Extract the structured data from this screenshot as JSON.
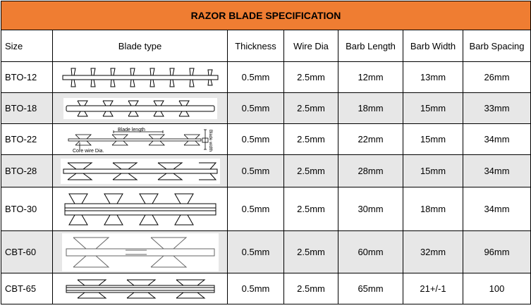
{
  "title": "RAZOR BLADE SPECIFICATION",
  "header": {
    "size": "Size",
    "blade_type": "Blade type",
    "thickness": "Thickness",
    "wire_dia": "Wire Dia",
    "barb_length": "Barb Length",
    "barb_width": "Barb Width",
    "barb_spacing": "Barb Spacing"
  },
  "blade_diagram_labels": {
    "blade_length": "Blade length",
    "core_wire_dia": "Core wire Dia.",
    "blade_width": "Blade width"
  },
  "rows": [
    {
      "size": "BTO-12",
      "thickness": "0.5mm",
      "wire_dia": "2.5mm",
      "barb_length": "12mm",
      "barb_width": "13mm",
      "barb_spacing": "26mm"
    },
    {
      "size": "BTO-18",
      "thickness": "0.5mm",
      "wire_dia": "2.5mm",
      "barb_length": "18mm",
      "barb_width": "15mm",
      "barb_spacing": "33mm"
    },
    {
      "size": "BTO-22",
      "thickness": "0.5mm",
      "wire_dia": "2.5mm",
      "barb_length": "22mm",
      "barb_width": "15mm",
      "barb_spacing": "34mm"
    },
    {
      "size": "BTO-28",
      "thickness": "0.5mm",
      "wire_dia": "2.5mm",
      "barb_length": "28mm",
      "barb_width": "15mm",
      "barb_spacing": "34mm"
    },
    {
      "size": "BTO-30",
      "thickness": "0.5mm",
      "wire_dia": "2.5mm",
      "barb_length": "30mm",
      "barb_width": "18mm",
      "barb_spacing": "34mm"
    },
    {
      "size": "CBT-60",
      "thickness": "0.5mm",
      "wire_dia": "2.5mm",
      "barb_length": "60mm",
      "barb_width": "32mm",
      "barb_spacing": "96mm"
    },
    {
      "size": "CBT-65",
      "thickness": "0.5mm",
      "wire_dia": "2.5mm",
      "barb_length": "65mm",
      "barb_width": "21+/-1",
      "barb_spacing": "100"
    }
  ],
  "colors": {
    "title_bg": "#ef7d32",
    "shade_row": "#e7e7e7",
    "accent_green": "#1aa14a"
  }
}
